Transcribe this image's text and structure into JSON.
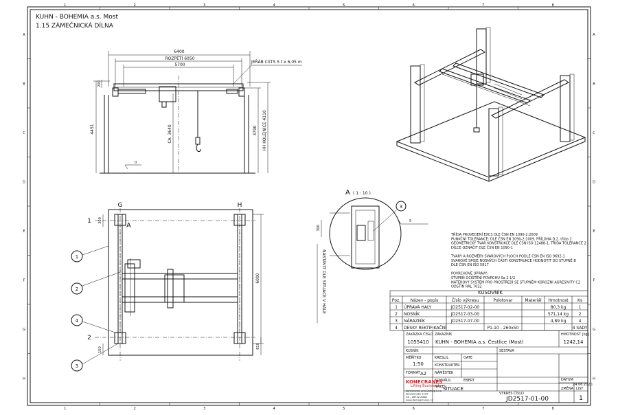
{
  "company": "KUHN - BOHEMIA a.s. Most",
  "workshop": "1.15 ZÁMEČNICKÁ DÍLNA",
  "grid": {
    "columns": [
      "1",
      "2",
      "3",
      "4",
      "5",
      "6",
      "7",
      "8"
    ],
    "rows": [
      "A",
      "B",
      "C",
      "D",
      "E",
      "F",
      "G",
      "H"
    ]
  },
  "front_view": {
    "dim_6400": "6400",
    "dim_6050": "ROZPĚTÍ 6050",
    "dim_5700": "5700",
    "crane_label": "JEŘÁB CXTS 5 t x 6,05 m",
    "dim_200": "200",
    "dim_4451": "4451",
    "dim_3640": "CA. 3640",
    "dim_3790": "3790",
    "dim_4110": "HH KOLEJNICE 4110",
    "dim_0": "0"
  },
  "plan_view": {
    "axis_g": "G",
    "axis_h": "H",
    "axis_1": "1",
    "axis_2": "2",
    "section_a": "A",
    "dim_300": "300",
    "dim_150": "150",
    "dim_6000": "6000",
    "dim_810": "810",
    "balloons": [
      "1",
      "2",
      "4",
      "3"
    ],
    "note_vertical": "NASTAVIT DLE SITUACE V HALE"
  },
  "detail": {
    "title": "A",
    "scale": "( 1 : 10 )",
    "dim_300": "300",
    "balloon": "3",
    "weld_symbol": "5"
  },
  "notes": [
    "TŘÍDA PROVEDENÍ EXC3 DLE ČSN EN  1090-2:2009",
    "PUNKČNÍ TOLERANCE: DLE ČSN EN 1090-2:2009, PŘÍLOHA D.2, třída 2",
    "GEOMETRICKÝ TVAR KONSTRUKCE DLE ČSN ISO 12488-1, TŘÍDA TOLERANCE 2",
    "DÍLCE OZNAČIT DLE ČSN EN 1090-1",
    "",
    "TVARY A ROZMĚRY SVAROVÝCH PLOCH PODLE ČSN EN ISO 9692-1",
    "SVAROVÉ SPOJE NOSNÝCH ČÁSTÍ KONSTRUKCE HODNOTIT DO STUPNĚ B",
    "DLE ČSN EN ISO 5817",
    "",
    "POVRCHOVÉ ÚPRAVY:",
    "STUPEŇ OČIŠTĚNÍ POVRCHU Sa 2 1/2",
    "NÁTĚROVÝ SYSTÉM PRO PROSTŘEDÍ SE STUPNĚM KOROZNÍ AGRESIVITY C2",
    "ODSTÍN RAL 7032"
  ],
  "bom": {
    "title": "KUSOVNÍK",
    "headers": [
      "Poz.",
      "Název - popis",
      "Číslo výkresu",
      "Polotovar",
      "Materiál",
      "Hmotnost",
      "Ks"
    ],
    "rows": [
      [
        "1",
        "ÚPRAVA HALY",
        "JD2517-02-00",
        "",
        "",
        "80,3 kg",
        "1"
      ],
      [
        "2",
        "NOSNÍK",
        "JD2517-03-00",
        "",
        "",
        "571,14 kg",
        "2"
      ],
      [
        "3",
        "NÁRAZNÍK",
        "JD2517-07-00",
        "",
        "",
        "4,89 kg",
        "4"
      ],
      [
        "4",
        "DESKY REKTIFIKAČNÍ",
        "",
        "P1-10 - 260x50",
        "",
        "",
        "4 SADY"
      ]
    ]
  },
  "title_block": {
    "order_label": "ZAKÁZKA ČÍSLO",
    "order_no": "1055410",
    "customer_label": "ZÁKAZNÍK",
    "customer": "KUHN - BOHEMIA a.s. Čestlice (Most)",
    "weight_label": "HMOTNOST [kg]",
    "weight": "1242,14",
    "process_label": "KUSNÍK",
    "assembly_label": "SESTAVA",
    "scale_label": "MĚŘÍTKO",
    "scale": "1:50",
    "drawn_label": "KRESLIL",
    "checked_label": "KONSTRUKTÉR",
    "approved_label": "NÁMĚSTEK",
    "approval_label": "SCHVÁLIL",
    "state_label": "OATE",
    "size_label": "FORMÁT",
    "size": "A2",
    "state2_label": "EBERT",
    "name_label": "NÁZEV",
    "drawing_name": "SITUACE",
    "drawing_no_label": "VÝKRES ČÍSLO",
    "drawing_no": "JD2517-01-00",
    "date_label": "DATUM",
    "date": "24.06.2020",
    "rev_label": "ZMĚNA",
    "sheet_label": "LIST",
    "sheet": "1",
    "brand": "KONECRANES",
    "brand_sub": "Lifting Businesses",
    "address": [
      "Konecranes and Demag s.r.o.",
      "Slévárenská 1124",
      "CZ - 28732 Zdiby",
      "www.demagcranes.cz"
    ]
  },
  "colors": {
    "line": "#111111",
    "brand": "#d2232a",
    "paper": "#ffffff"
  }
}
